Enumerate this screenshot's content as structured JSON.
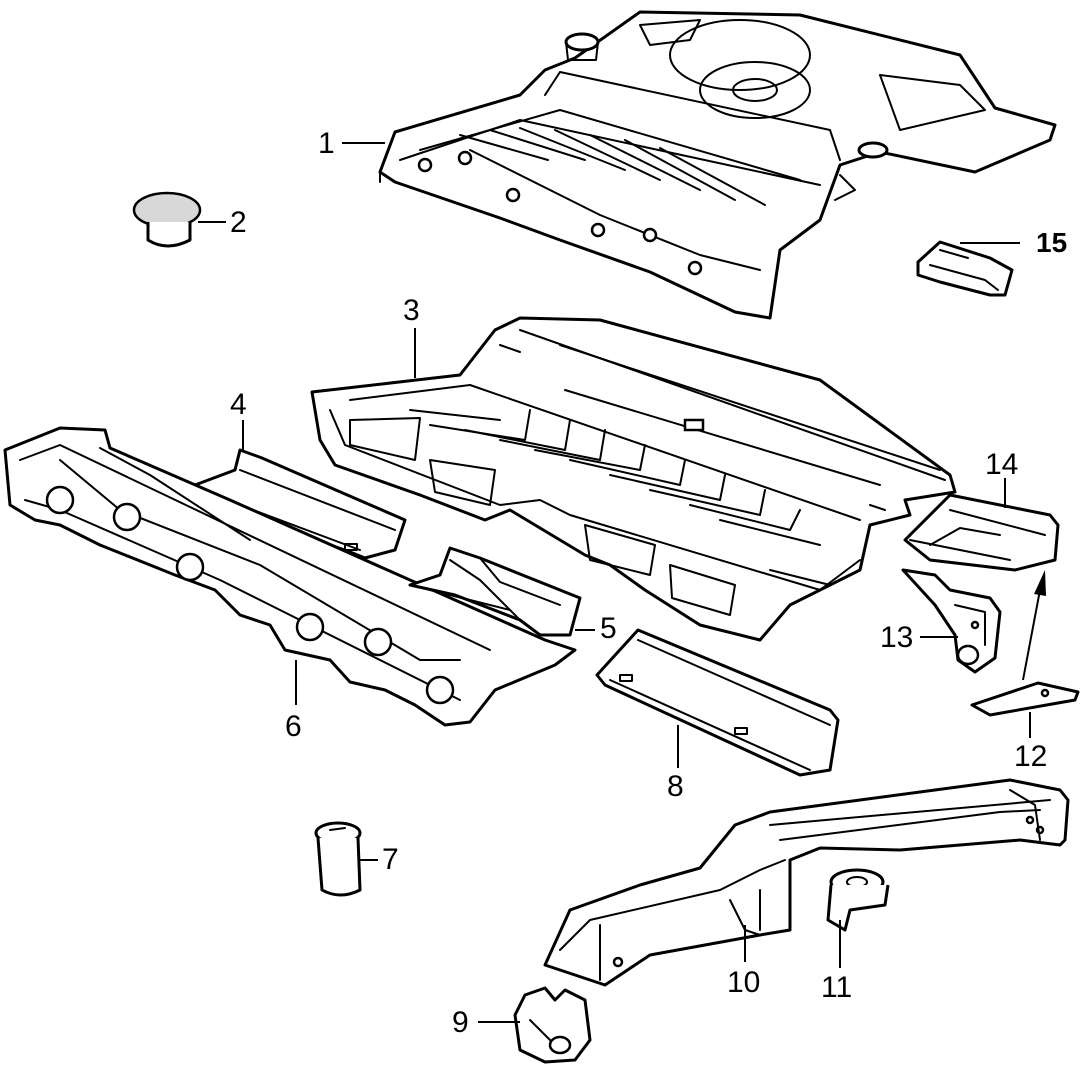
{
  "diagram": {
    "callouts": [
      {
        "key": "c1",
        "text": "1"
      },
      {
        "key": "c2",
        "text": "2"
      },
      {
        "key": "c3",
        "text": "3"
      },
      {
        "key": "c4",
        "text": "4"
      },
      {
        "key": "c5",
        "text": "5"
      },
      {
        "key": "c6",
        "text": "6"
      },
      {
        "key": "c7",
        "text": "7"
      },
      {
        "key": "c8",
        "text": "8"
      },
      {
        "key": "c9",
        "text": "9"
      },
      {
        "key": "c10",
        "text": "10"
      },
      {
        "key": "c11",
        "text": "11"
      },
      {
        "key": "c12",
        "text": "12"
      },
      {
        "key": "c13",
        "text": "13"
      },
      {
        "key": "c14",
        "text": "14"
      },
      {
        "key": "c15",
        "text": "15"
      }
    ]
  }
}
